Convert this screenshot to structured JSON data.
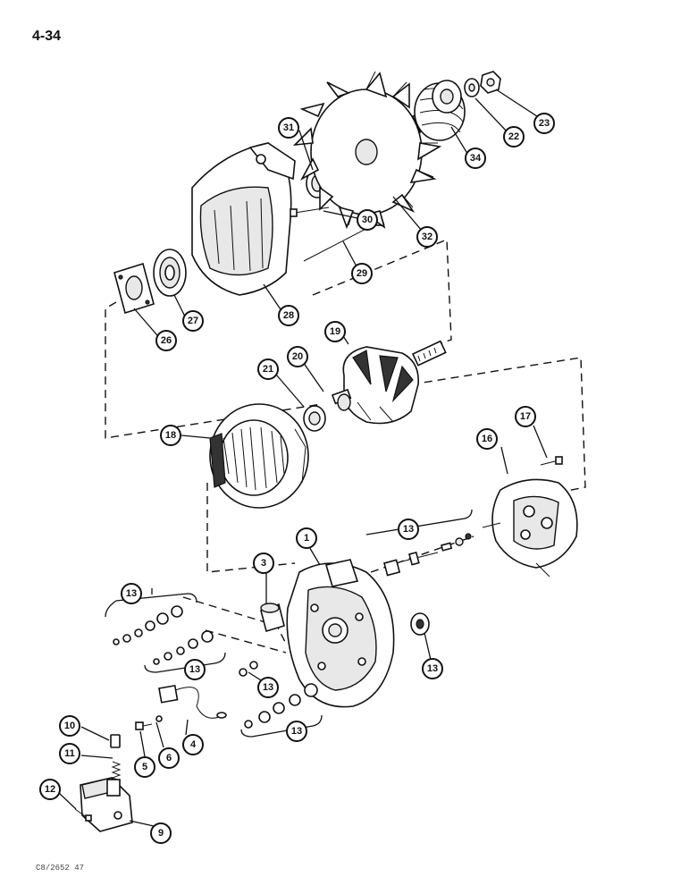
{
  "page": {
    "number": "4-34",
    "ref_code": "C8/2652 47"
  },
  "callouts": [
    "1",
    "3",
    "4",
    "5",
    "6",
    "9",
    "10",
    "11",
    "12",
    "13",
    "16",
    "17",
    "18",
    "19",
    "20",
    "21",
    "22",
    "23",
    "26",
    "27",
    "28",
    "29",
    "30",
    "31",
    "32",
    "34"
  ]
}
